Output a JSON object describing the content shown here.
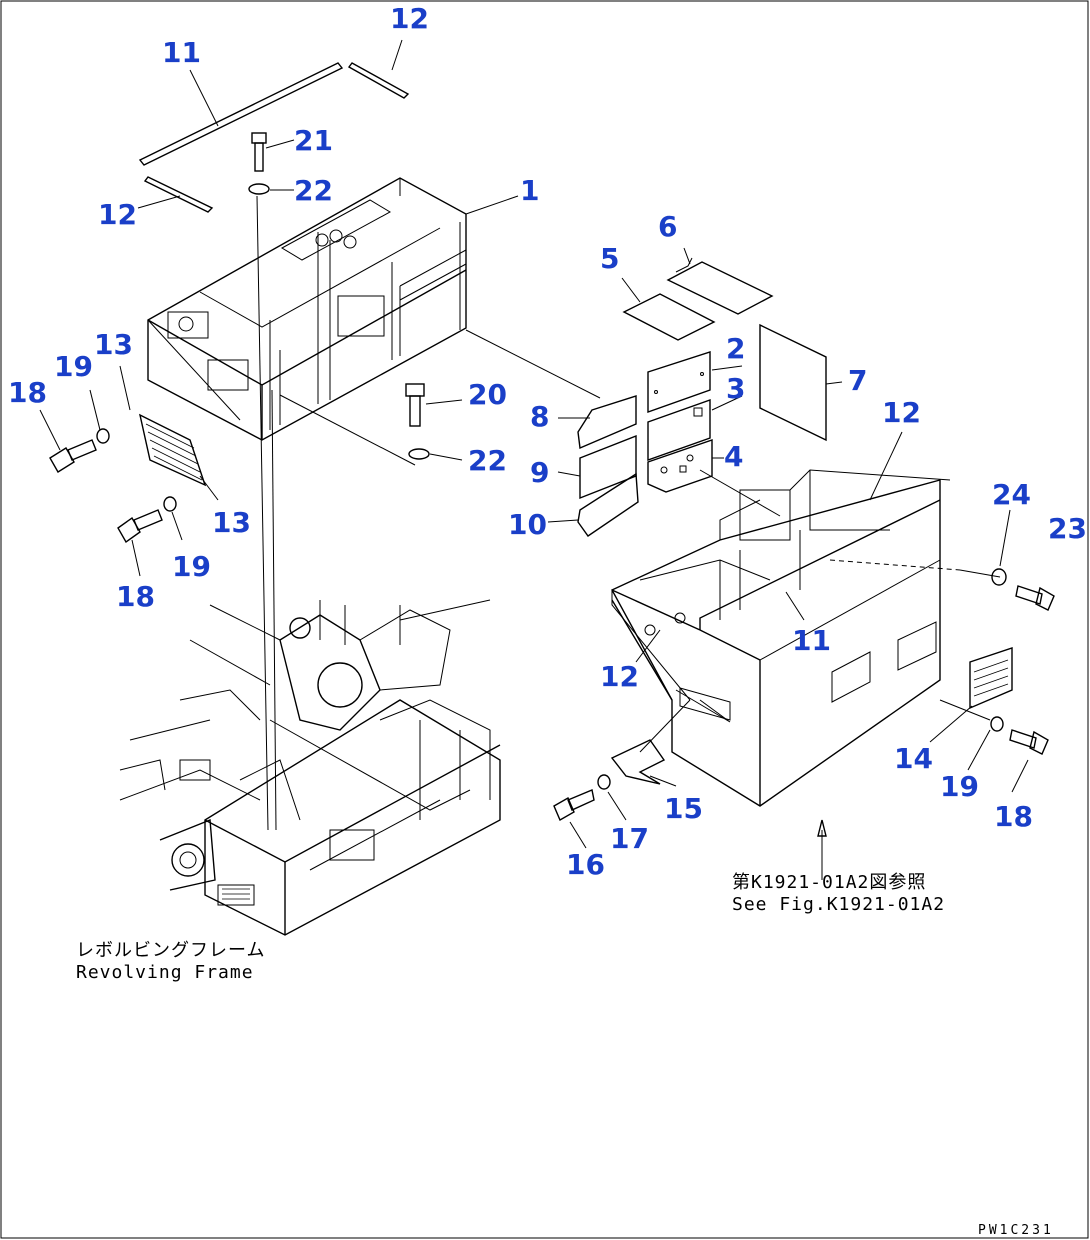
{
  "drawing_code": "PW1C231",
  "captions": {
    "revolving_frame_jp": "レボルビングフレーム",
    "revolving_frame_en": "Revolving Frame",
    "see_fig_jp": "第K1921-01A2図参照",
    "see_fig_en": "See Fig.K1921-01A2"
  },
  "callouts": [
    {
      "id": "c-12a",
      "text": "12"
    },
    {
      "id": "c-11a",
      "text": "11"
    },
    {
      "id": "c-21",
      "text": "21"
    },
    {
      "id": "c-22a",
      "text": "22"
    },
    {
      "id": "c-12b",
      "text": "12"
    },
    {
      "id": "c-1",
      "text": "1"
    },
    {
      "id": "c-6",
      "text": "6"
    },
    {
      "id": "c-5",
      "text": "5"
    },
    {
      "id": "c-13a",
      "text": "13"
    },
    {
      "id": "c-19a",
      "text": "19"
    },
    {
      "id": "c-18a",
      "text": "18"
    },
    {
      "id": "c-2",
      "text": "2"
    },
    {
      "id": "c-3",
      "text": "3"
    },
    {
      "id": "c-7",
      "text": "7"
    },
    {
      "id": "c-20",
      "text": "20"
    },
    {
      "id": "c-8",
      "text": "8"
    },
    {
      "id": "c-12c",
      "text": "12"
    },
    {
      "id": "c-22b",
      "text": "22"
    },
    {
      "id": "c-9",
      "text": "9"
    },
    {
      "id": "c-4",
      "text": "4"
    },
    {
      "id": "c-24",
      "text": "24"
    },
    {
      "id": "c-23",
      "text": "23"
    },
    {
      "id": "c-13b",
      "text": "13"
    },
    {
      "id": "c-10",
      "text": "10"
    },
    {
      "id": "c-19b",
      "text": "19"
    },
    {
      "id": "c-18b",
      "text": "18"
    },
    {
      "id": "c-11b",
      "text": "11"
    },
    {
      "id": "c-12d",
      "text": "12"
    },
    {
      "id": "c-14",
      "text": "14"
    },
    {
      "id": "c-19c",
      "text": "19"
    },
    {
      "id": "c-15",
      "text": "15"
    },
    {
      "id": "c-18c",
      "text": "18"
    },
    {
      "id": "c-17",
      "text": "17"
    },
    {
      "id": "c-16",
      "text": "16"
    }
  ]
}
